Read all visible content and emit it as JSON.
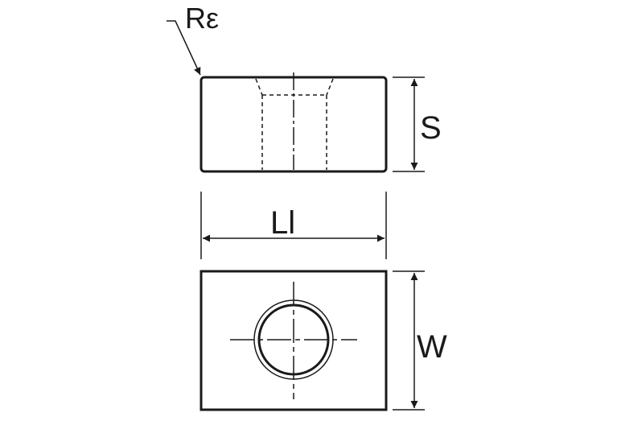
{
  "drawing": {
    "labels": {
      "corner_radius": "Rε",
      "thickness": "S",
      "length": "Ll",
      "width": "W"
    },
    "colors": {
      "line": "#1a1a1a",
      "background": "#ffffff"
    }
  }
}
